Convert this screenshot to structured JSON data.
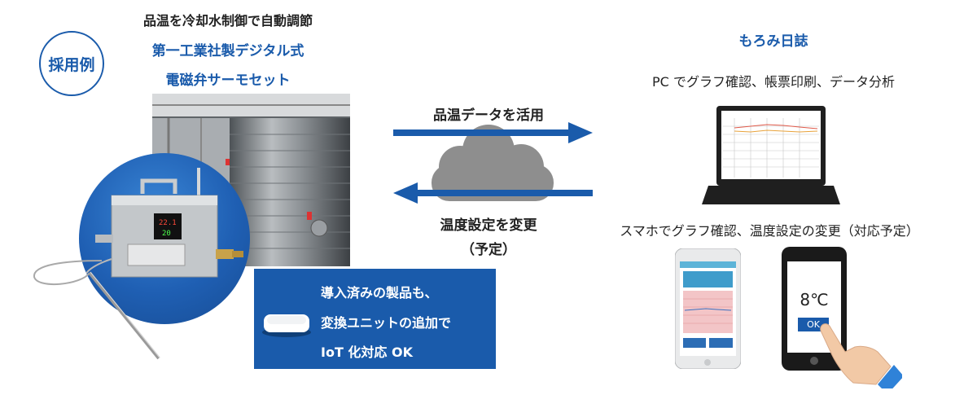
{
  "left": {
    "badge": "採用例",
    "line1": "品温を冷却水制御で自動調節",
    "line2": "第一工業社製デジタル式",
    "line3": "電磁弁サーモセット"
  },
  "middle": {
    "top_arrow_label": "品温データを活用",
    "bottom_arrow_label": "温度設定を変更",
    "bottom_arrow_sub": "（予定）"
  },
  "right": {
    "title": "もろみ日誌",
    "pc_caption": "PC でグラフ確認、帳票印刷、データ分析",
    "phone_caption": "スマホでグラフ確認、温度設定の変更（対応予定）",
    "phone_temp": "8℃",
    "phone_ok": "OK"
  },
  "info_box": {
    "line1": "導入済みの製品も、",
    "line2": "変換ユニットの追加で",
    "line3": "IoT 化対応 OK"
  },
  "device": {
    "display_top": "22.1",
    "display_bottom": "20"
  },
  "colors": {
    "brand_blue": "#1a5bab",
    "cloud_gray": "#8e8e8e"
  }
}
